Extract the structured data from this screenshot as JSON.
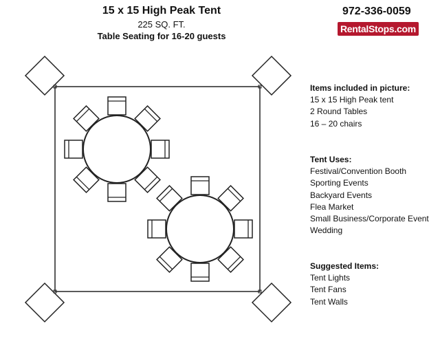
{
  "header": {
    "title": "15 x 15 High Peak Tent",
    "area": "225 SQ. FT.",
    "seating": "Table Seating for 16-20 guests"
  },
  "contact": {
    "phone": "972-336-0059",
    "brand": "RentalStops.com",
    "brand_color": "#b5182e"
  },
  "sections": [
    {
      "heading": "Items included in picture:",
      "items": [
        "15 x 15 High Peak tent",
        "2 Round Tables",
        "16 – 20 chairs"
      ]
    },
    {
      "heading": "Tent Uses:",
      "items": [
        "Festival/Convention Booth",
        "Sporting Events",
        "Backyard Events",
        "Flea Market",
        "Small Business/Corporate Event",
        "Wedding"
      ]
    },
    {
      "heading": "Suggested Items:",
      "items": [
        "Tent Lights",
        "Tent Fans",
        "Tent Walls"
      ]
    }
  ],
  "layout_diagram": {
    "tables": 2,
    "chairs_per_table": 8
  }
}
